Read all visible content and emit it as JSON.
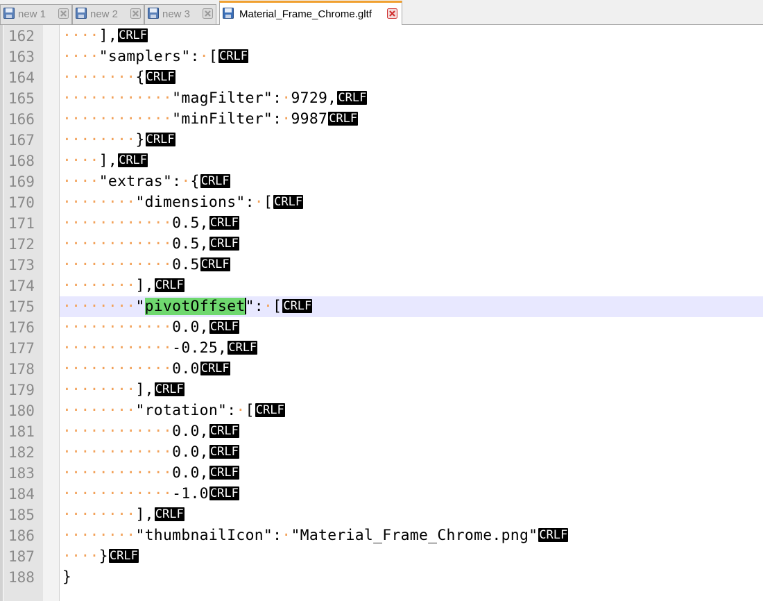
{
  "tabs": [
    {
      "label": "new 1",
      "active": false
    },
    {
      "label": "new 2",
      "active": false
    },
    {
      "label": "new 3",
      "active": false
    },
    {
      "label": "Material_Frame_Chrome.gltf",
      "active": true
    }
  ],
  "colors": {
    "active_tab_accent": "#f0a030",
    "current_line": "#e8e8ff",
    "search_highlight": "#6fd86f",
    "whitespace_dot": "#f2a25a",
    "close_icon": "#d03030"
  },
  "eol_marker": "CRLF",
  "highlight_word": "pivotOffset",
  "current_line_number": "175",
  "lines": [
    {
      "n": "162",
      "indent": 4,
      "text": "],",
      "eol": true
    },
    {
      "n": "163",
      "indent": 4,
      "text": "\"samplers\": [",
      "eol": true
    },
    {
      "n": "164",
      "indent": 8,
      "text": "{",
      "eol": true
    },
    {
      "n": "165",
      "indent": 12,
      "text": "\"magFilter\": 9729,",
      "eol": true
    },
    {
      "n": "166",
      "indent": 12,
      "text": "\"minFilter\": 9987",
      "eol": true
    },
    {
      "n": "167",
      "indent": 8,
      "text": "}",
      "eol": true
    },
    {
      "n": "168",
      "indent": 4,
      "text": "],",
      "eol": true
    },
    {
      "n": "169",
      "indent": 4,
      "text": "\"extras\": {",
      "eol": true
    },
    {
      "n": "170",
      "indent": 8,
      "text": "\"dimensions\": [",
      "eol": true
    },
    {
      "n": "171",
      "indent": 12,
      "text": "0.5,",
      "eol": true
    },
    {
      "n": "172",
      "indent": 12,
      "text": "0.5,",
      "eol": true
    },
    {
      "n": "173",
      "indent": 12,
      "text": "0.5",
      "eol": true
    },
    {
      "n": "174",
      "indent": 8,
      "text": "],",
      "eol": true
    },
    {
      "n": "175",
      "indent": 8,
      "text": "\"pivotOffset\": [",
      "eol": true
    },
    {
      "n": "176",
      "indent": 12,
      "text": "0.0,",
      "eol": true
    },
    {
      "n": "177",
      "indent": 12,
      "text": "-0.25,",
      "eol": true
    },
    {
      "n": "178",
      "indent": 12,
      "text": "0.0",
      "eol": true
    },
    {
      "n": "179",
      "indent": 8,
      "text": "],",
      "eol": true
    },
    {
      "n": "180",
      "indent": 8,
      "text": "\"rotation\": [",
      "eol": true
    },
    {
      "n": "181",
      "indent": 12,
      "text": "0.0,",
      "eol": true
    },
    {
      "n": "182",
      "indent": 12,
      "text": "0.0,",
      "eol": true
    },
    {
      "n": "183",
      "indent": 12,
      "text": "0.0,",
      "eol": true
    },
    {
      "n": "184",
      "indent": 12,
      "text": "-1.0",
      "eol": true
    },
    {
      "n": "185",
      "indent": 8,
      "text": "],",
      "eol": true
    },
    {
      "n": "186",
      "indent": 8,
      "text": "\"thumbnailIcon\": \"Material_Frame_Chrome.png\"",
      "eol": true
    },
    {
      "n": "187",
      "indent": 4,
      "text": "}",
      "eol": true
    },
    {
      "n": "188",
      "indent": 0,
      "text": "}",
      "eol": false
    }
  ]
}
